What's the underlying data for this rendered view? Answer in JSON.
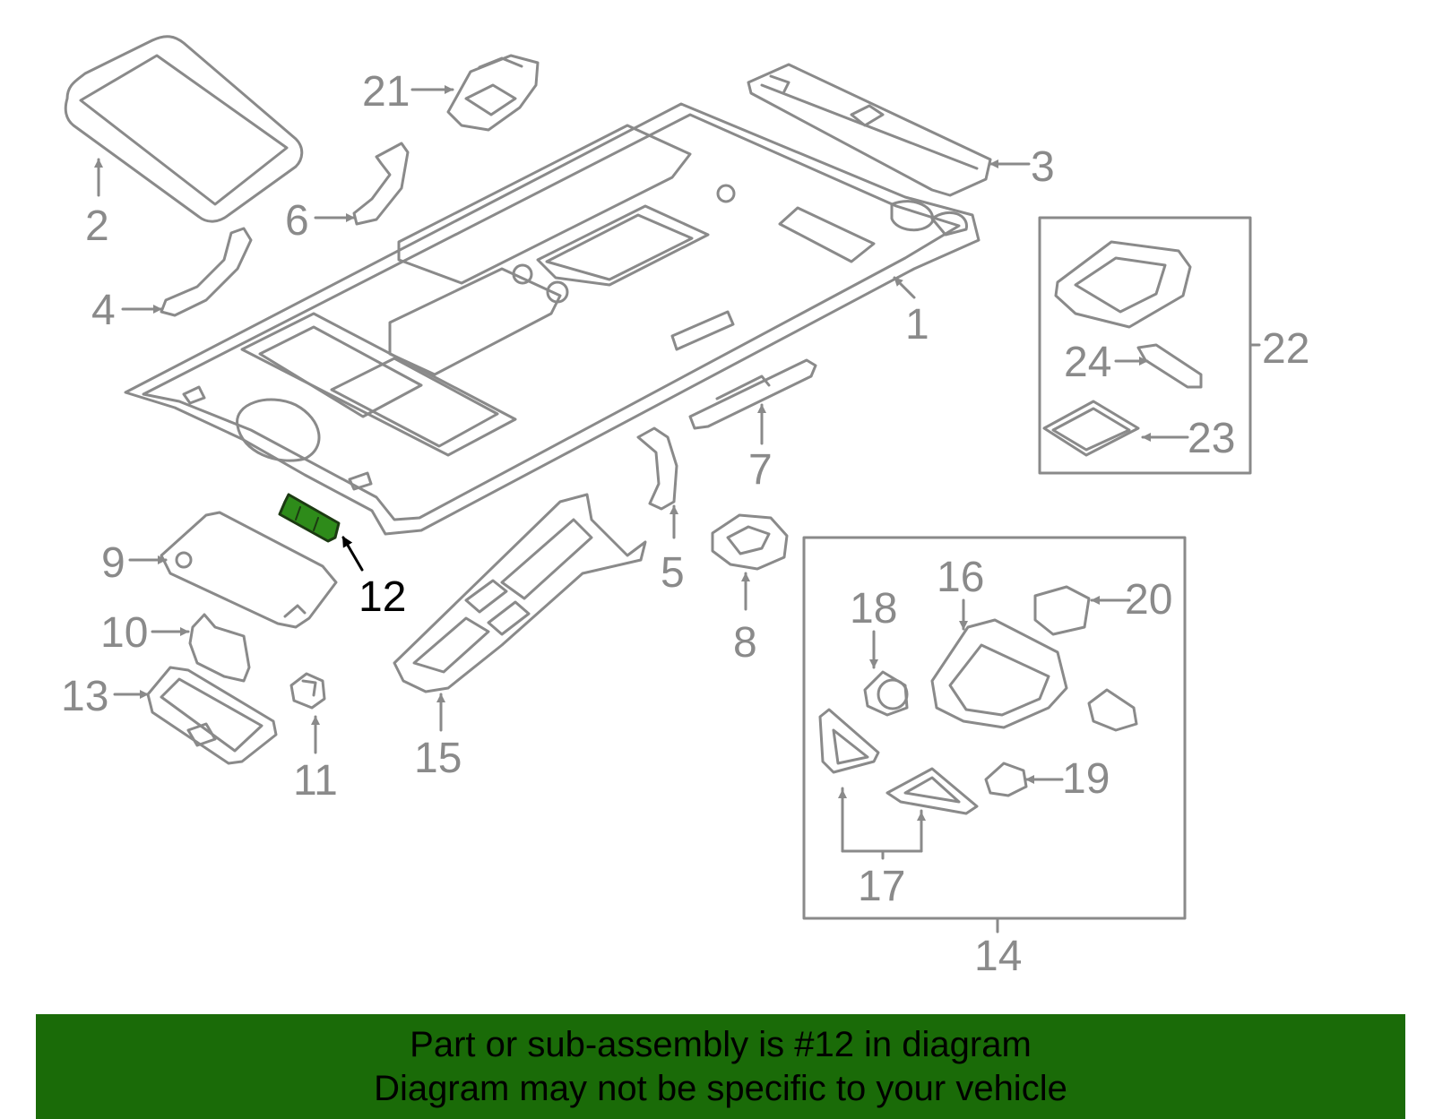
{
  "diagram": {
    "callouts": [
      {
        "id": "1",
        "text": "1"
      },
      {
        "id": "2",
        "text": "2"
      },
      {
        "id": "3",
        "text": "3"
      },
      {
        "id": "4",
        "text": "4"
      },
      {
        "id": "5",
        "text": "5"
      },
      {
        "id": "6",
        "text": "6"
      },
      {
        "id": "7",
        "text": "7"
      },
      {
        "id": "8",
        "text": "8"
      },
      {
        "id": "9",
        "text": "9"
      },
      {
        "id": "10",
        "text": "10"
      },
      {
        "id": "11",
        "text": "11"
      },
      {
        "id": "12",
        "text": "12",
        "highlighted": true
      },
      {
        "id": "13",
        "text": "13"
      },
      {
        "id": "14",
        "text": "14"
      },
      {
        "id": "15",
        "text": "15"
      },
      {
        "id": "16",
        "text": "16"
      },
      {
        "id": "17",
        "text": "17"
      },
      {
        "id": "18",
        "text": "18"
      },
      {
        "id": "19",
        "text": "19"
      },
      {
        "id": "20",
        "text": "20"
      },
      {
        "id": "21",
        "text": "21"
      },
      {
        "id": "22",
        "text": "22"
      },
      {
        "id": "23",
        "text": "23"
      },
      {
        "id": "24",
        "text": "24"
      }
    ],
    "colors": {
      "line": "#8a8a8a",
      "highlight_part": "#2e8b1a",
      "highlight_label": "#000000",
      "banner_bg": "#1a6b08",
      "banner_text": "#000000"
    }
  },
  "banner": {
    "line1": "Part or sub-assembly is #12 in diagram",
    "line2": "Diagram may not be specific to your vehicle"
  }
}
